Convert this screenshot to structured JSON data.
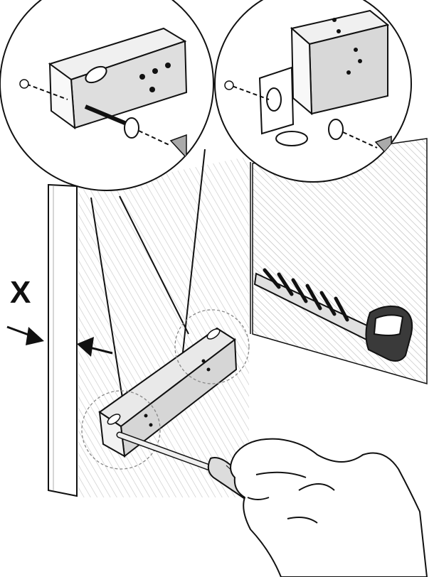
{
  "diagram": {
    "measure_label": "X",
    "colors": {
      "ink": "#111111",
      "wall_hatch": "#c9c9c9",
      "metal": "#e9e9e9",
      "shadow": "#bdbdbd"
    },
    "parts": [
      "wall",
      "wall-edge-panel",
      "mounting-bracket",
      "screwdriver",
      "hand",
      "wall-anchor-screw",
      "detail-callout-left",
      "detail-callout-right",
      "measurement-arrows"
    ]
  }
}
